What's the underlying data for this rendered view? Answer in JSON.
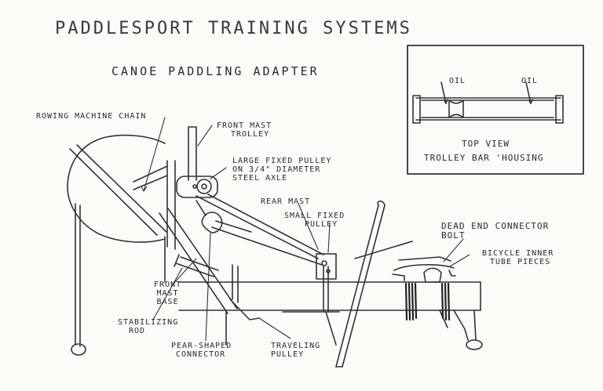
{
  "title": "PaddleSport Training Systems",
  "subtitle": "Canoe Paddling Adapter",
  "labels": {
    "rowing_chain": "Rowing Machine Chain",
    "front_mast_trolley_1": "Front Mast",
    "front_mast_trolley_2": "Trolley",
    "large_pulley_1": "Large Fixed Pulley",
    "large_pulley_2": "on 3/4\" Diameter",
    "large_pulley_3": "Steel Axle",
    "rear_mast": "Rear Mast",
    "small_pulley_1": "Small Fixed",
    "small_pulley_2": "Pulley",
    "dead_end_1": "Dead End Connector",
    "dead_end_2": "Bolt",
    "bicycle_1": "Bicycle Inner",
    "bicycle_2": "Tube Pieces",
    "front_mast_base_1": "Front",
    "front_mast_base_2": "Mast",
    "front_mast_base_3": "Base",
    "stabilizing_1": "Stabilizing",
    "stabilizing_2": "Rod",
    "pear_1": "Pear-Shaped",
    "pear_2": "Connector",
    "traveling_1": "Traveling",
    "traveling_2": "Pulley"
  },
  "inset": {
    "title_1": "Top View",
    "title_2": "Trolley Bar 'Housing",
    "oil_left": "Oil",
    "oil_right": "Oil"
  }
}
